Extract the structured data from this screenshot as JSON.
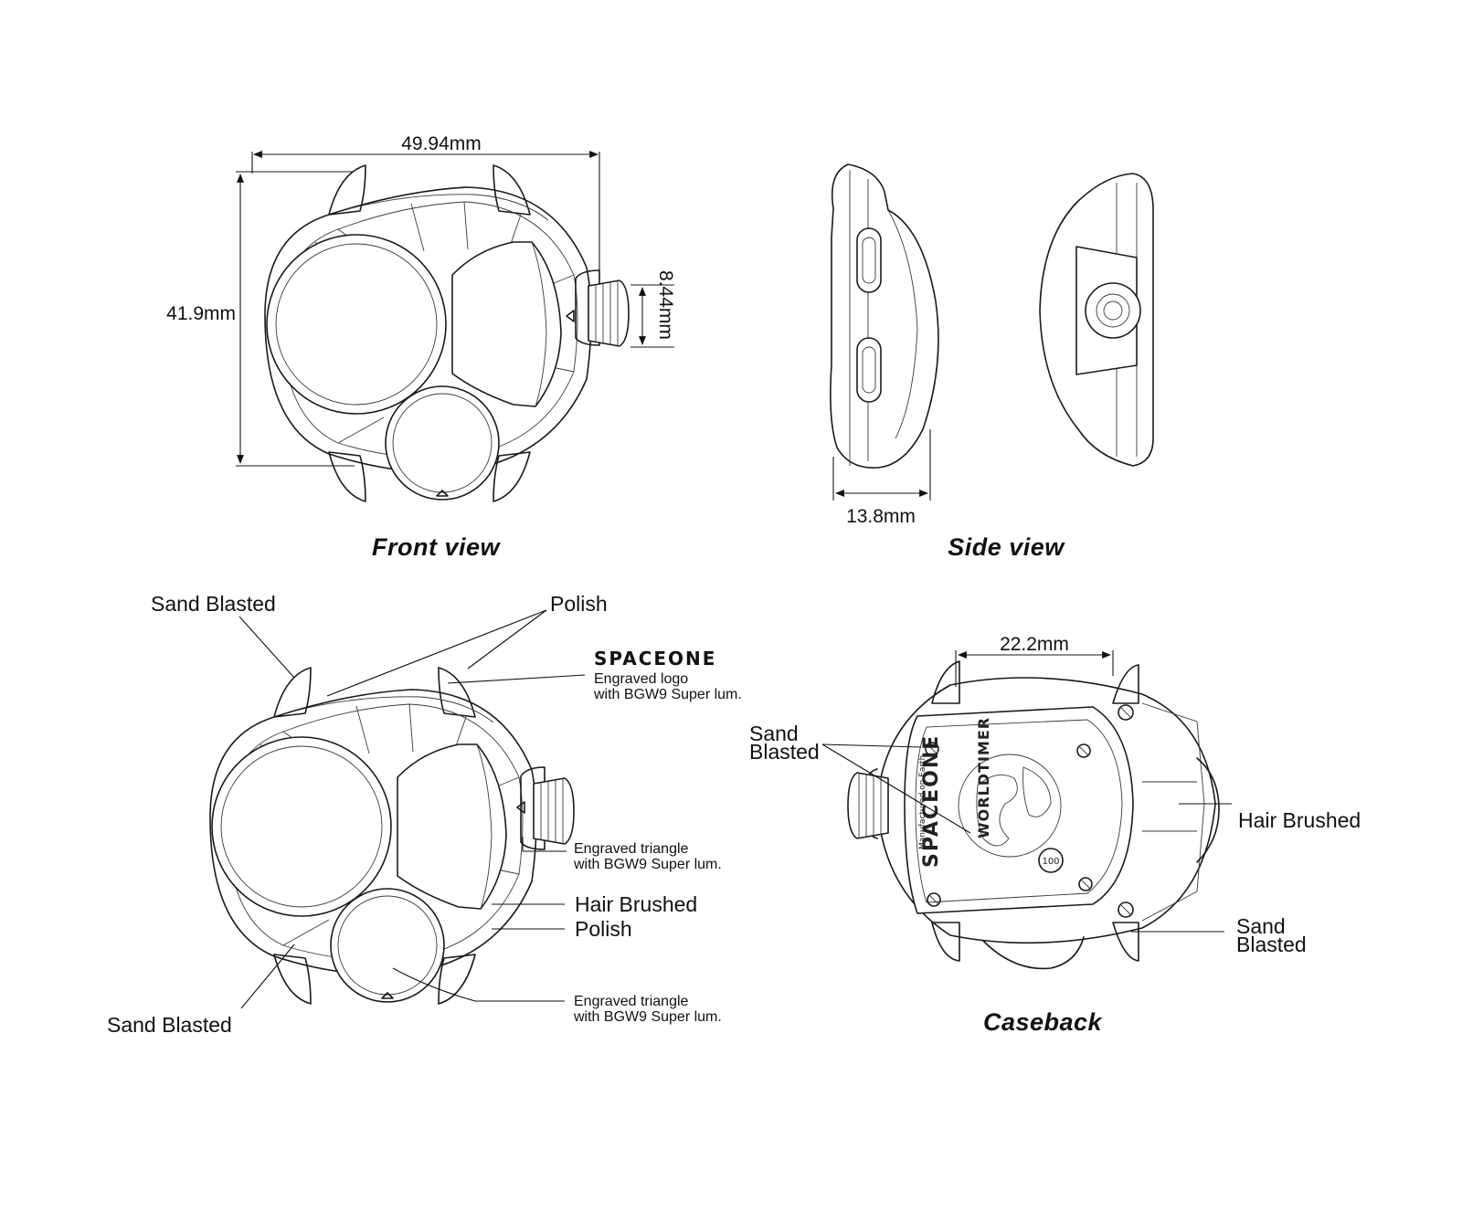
{
  "views": {
    "front": {
      "title": "Front view",
      "width_dim": "49.94mm",
      "height_dim": "41.9mm",
      "crown_dim": "8.44mm"
    },
    "side": {
      "title": "Side view",
      "thickness_dim": "13.8mm"
    },
    "finish": {
      "sand_blasted_top": "Sand Blasted",
      "polish_top": "Polish",
      "logo_brand": "SPACEONE",
      "logo_note_line1": "Engraved logo",
      "logo_note_line2": "with BGW9 Super lum.",
      "triangle_note_line1": "Engraved triangle",
      "triangle_note_line2": "with BGW9 Super lum.",
      "hair_brushed": "Hair Brushed",
      "polish_bottom": "Polish",
      "triangle2_note_line1": "Engraved triangle",
      "triangle2_note_line2": "with BGW9 Super lum.",
      "sand_blasted_bottom": "Sand Blasted"
    },
    "caseback": {
      "title": "Caseback",
      "width_dim": "22.2mm",
      "sand_blasted_left_line1": "Sand",
      "sand_blasted_left_line2": "Blasted",
      "hair_brushed": "Hair Brushed",
      "sand_blasted_right_line1": "Sand",
      "sand_blasted_right_line2": "Blasted",
      "engraving_brand": "SPACEONE",
      "engraving_model": "WORLDTIMER",
      "engraving_origin": "Manufactured on Earth",
      "engraving_edition": "100"
    }
  }
}
